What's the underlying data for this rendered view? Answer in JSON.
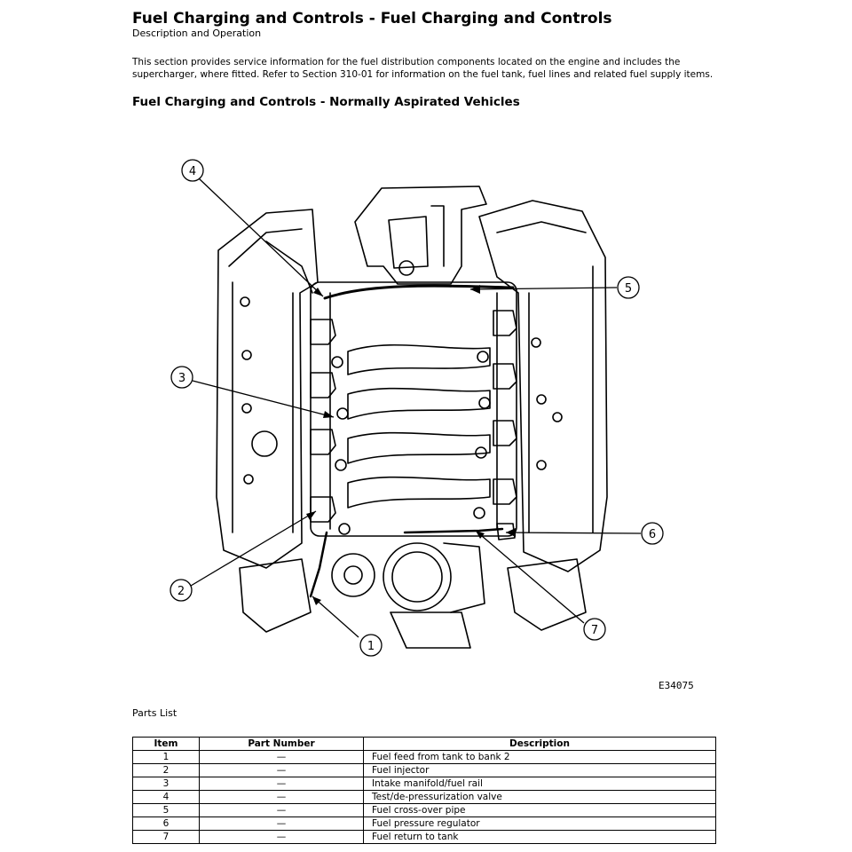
{
  "header": {
    "title": "Fuel Charging and Controls - Fuel Charging and Controls",
    "subtitle": "Description and Operation"
  },
  "intro": "This section provides service information for the fuel distribution components located on the engine and includes the supercharger, where fitted. Refer to Section 310-01 for information on the fuel tank, fuel lines and related fuel supply items.",
  "section_heading": "Fuel Charging and Controls - Normally Aspirated Vehicles",
  "figure": {
    "id": "E34075",
    "callouts": [
      "1",
      "2",
      "3",
      "4",
      "5",
      "6",
      "7"
    ]
  },
  "parts_list": {
    "label": "Parts List",
    "columns": [
      "Item",
      "Part Number",
      "Description"
    ],
    "rows": [
      [
        "1",
        "—",
        "Fuel feed from tank to bank 2"
      ],
      [
        "2",
        "—",
        "Fuel injector"
      ],
      [
        "3",
        "—",
        "Intake manifold/fuel rail"
      ],
      [
        "4",
        "—",
        "Test/de-pressurization valve"
      ],
      [
        "5",
        "—",
        "Fuel cross-over pipe"
      ],
      [
        "6",
        "—",
        "Fuel pressure regulator"
      ],
      [
        "7",
        "—",
        "Fuel return to tank"
      ]
    ]
  }
}
